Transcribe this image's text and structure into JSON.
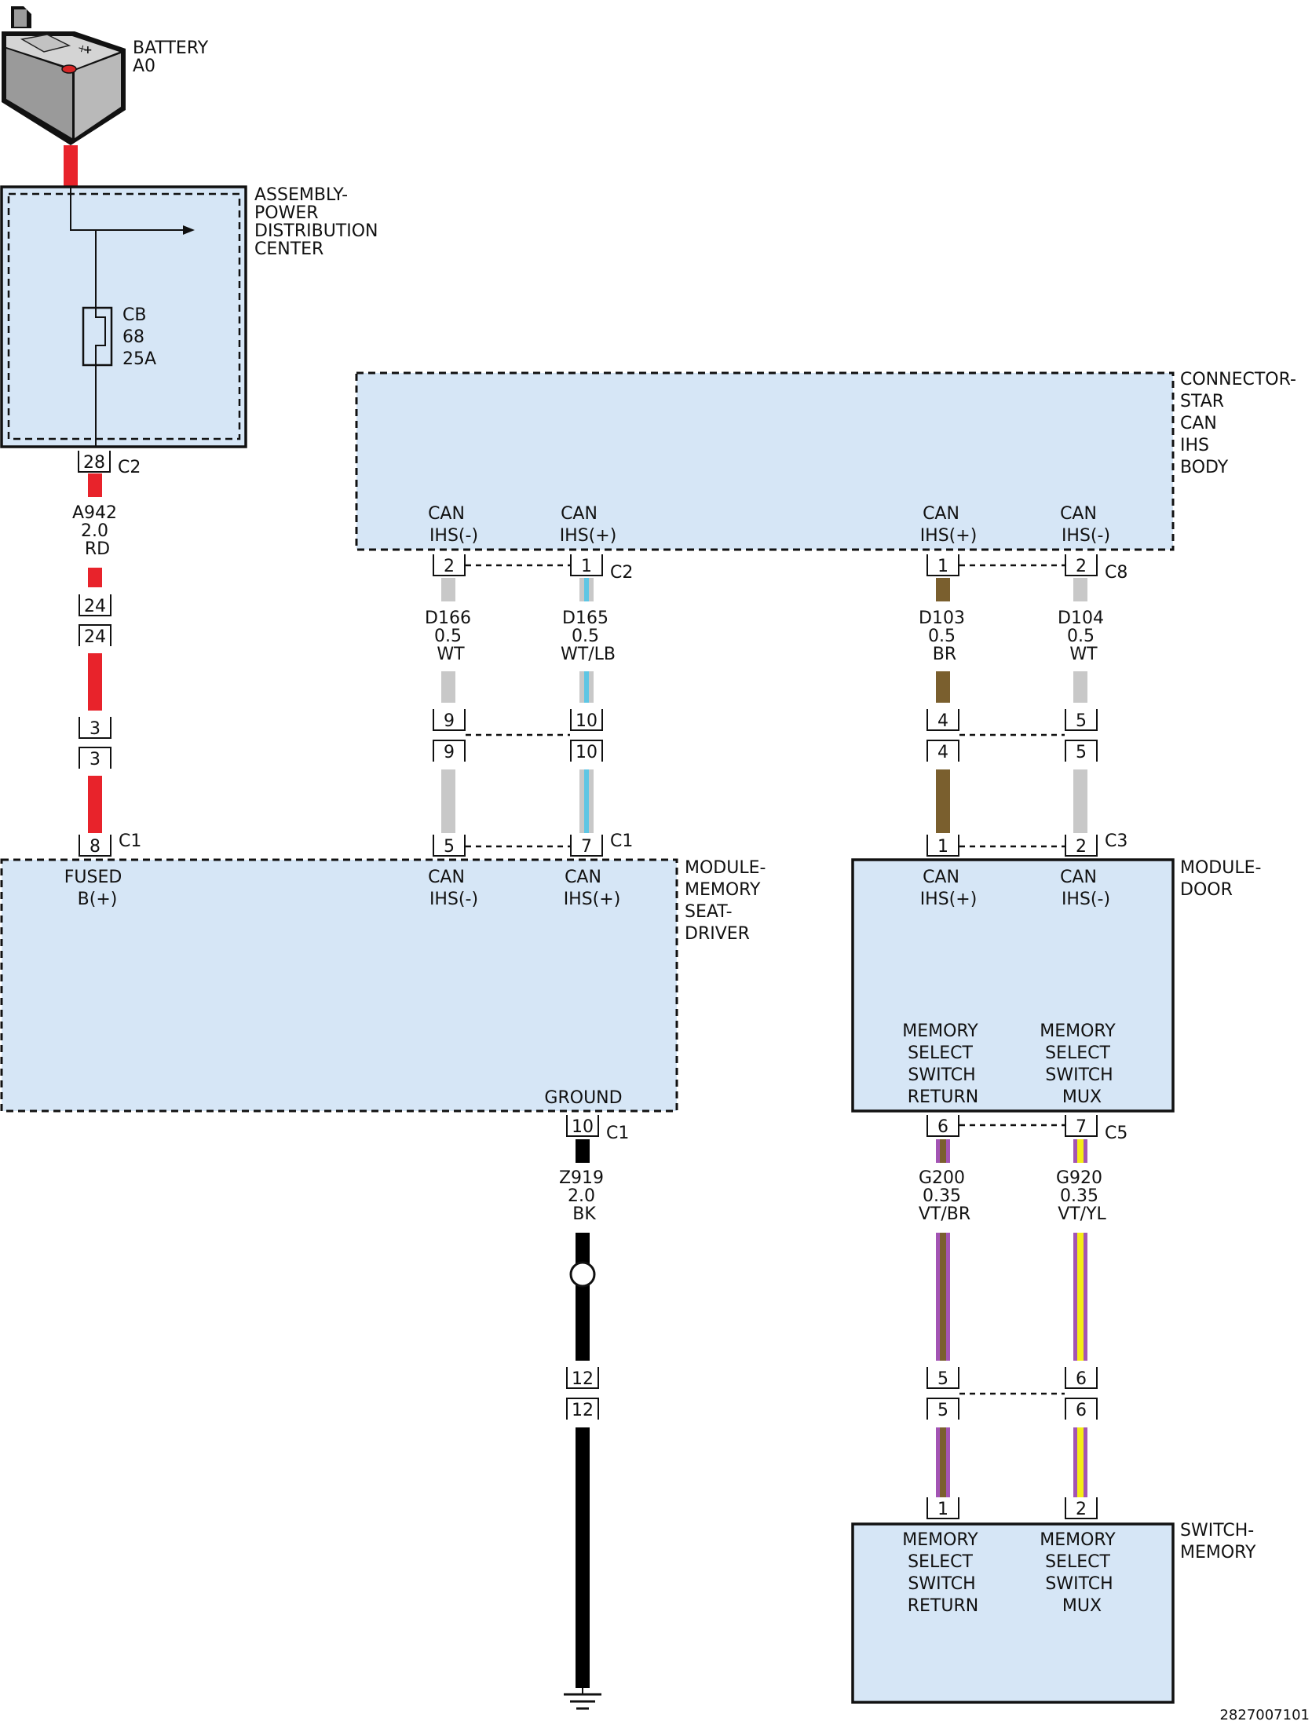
{
  "colors": {
    "RD": "#e8232b",
    "WT": "#c8c8c8",
    "LB": "#5ec6e4",
    "BR": "#7a5f2e",
    "VT": "#a354b4",
    "YL": "#f5ec16",
    "BK": "#000000",
    "module_fill": "#d6e6f6"
  },
  "battery": {
    "name": "BATTERY",
    "code": "A0"
  },
  "pdc": {
    "title_lines": [
      "ASSEMBLY-",
      "POWER",
      "DISTRIBUTION",
      "CENTER"
    ],
    "cb_lines": [
      "CB",
      "68",
      "25A"
    ],
    "pin": "28",
    "connector": "C2"
  },
  "star": {
    "title_lines": [
      "CONNECTOR-",
      "STAR",
      "CAN",
      "IHS",
      "BODY"
    ],
    "pins": [
      {
        "label_lines": [
          "CAN",
          "IHS(-)"
        ],
        "pin": "2"
      },
      {
        "label_lines": [
          "CAN",
          "IHS(+)"
        ],
        "pin": "1"
      },
      {
        "label_lines": [
          "CAN",
          "IHS(+)"
        ],
        "pin": "1"
      },
      {
        "label_lines": [
          "CAN",
          "IHS(-)"
        ],
        "pin": "2"
      }
    ],
    "left_connector": "C2",
    "right_connector": "C8"
  },
  "wires": [
    {
      "circuit": "A942",
      "gauge": "2.0",
      "color": "RD",
      "stripe": ""
    },
    {
      "circuit": "D166",
      "gauge": "0.5",
      "color": "WT",
      "stripe": ""
    },
    {
      "circuit": "D165",
      "gauge": "0.5",
      "color": "WT/LB",
      "stripe": "LB"
    },
    {
      "circuit": "D103",
      "gauge": "0.5",
      "color": "BR",
      "stripe": ""
    },
    {
      "circuit": "D104",
      "gauge": "0.5",
      "color": "WT",
      "stripe": ""
    },
    {
      "circuit": "Z919",
      "gauge": "2.0",
      "color": "BK",
      "stripe": ""
    },
    {
      "circuit": "G200",
      "gauge": "0.35",
      "color": "VT/BR",
      "stripe": "BR"
    },
    {
      "circuit": "G920",
      "gauge": "0.35",
      "color": "VT/YL",
      "stripe": "YL"
    }
  ],
  "inline_pins": {
    "a942_upper": "24",
    "a942_lower": "24",
    "a942_upper2": "3",
    "a942_lower2": "3",
    "d166_upper": "9",
    "d166_lower": "9",
    "d165_upper": "10",
    "d165_lower": "10",
    "d103_upper": "4",
    "d103_lower": "4",
    "d104_upper": "5",
    "d104_lower": "5",
    "z919_upper": "12",
    "z919_lower": "12",
    "g200_upper": "5",
    "g200_lower": "5",
    "g920_upper": "6",
    "g920_lower": "6"
  },
  "seat_module": {
    "title_lines": [
      "MODULE-",
      "MEMORY",
      "SEAT-",
      "DRIVER"
    ],
    "fused_lines": [
      "FUSED",
      "B(+)"
    ],
    "fused_pin": "8",
    "can_minus_lines": [
      "CAN",
      "IHS(-)"
    ],
    "can_minus_pin": "5",
    "can_plus_lines": [
      "CAN",
      "IHS(+)"
    ],
    "can_plus_pin": "7",
    "top_connector": "C1",
    "ground_label": "GROUND",
    "ground_pin": "10",
    "bottom_connector": "C1"
  },
  "door_module": {
    "title_lines": [
      "MODULE-",
      "DOOR"
    ],
    "can_plus_lines": [
      "CAN",
      "IHS(+)"
    ],
    "can_plus_pin": "1",
    "can_minus_lines": [
      "CAN",
      "IHS(-)"
    ],
    "can_minus_pin": "2",
    "top_connector": "C3",
    "return_lines": [
      "MEMORY",
      "SELECT",
      "SWITCH",
      "RETURN"
    ],
    "return_pin": "6",
    "mux_lines": [
      "MEMORY",
      "SELECT",
      "SWITCH",
      "MUX"
    ],
    "mux_pin": "7",
    "bottom_connector": "C5"
  },
  "switch_memory": {
    "title_lines": [
      "SWITCH-",
      "MEMORY"
    ],
    "return_lines": [
      "MEMORY",
      "SELECT",
      "SWITCH",
      "RETURN"
    ],
    "return_pin": "1",
    "mux_lines": [
      "MEMORY",
      "SELECT",
      "SWITCH",
      "MUX"
    ],
    "mux_pin": "2"
  },
  "footer_code": "2827007101"
}
